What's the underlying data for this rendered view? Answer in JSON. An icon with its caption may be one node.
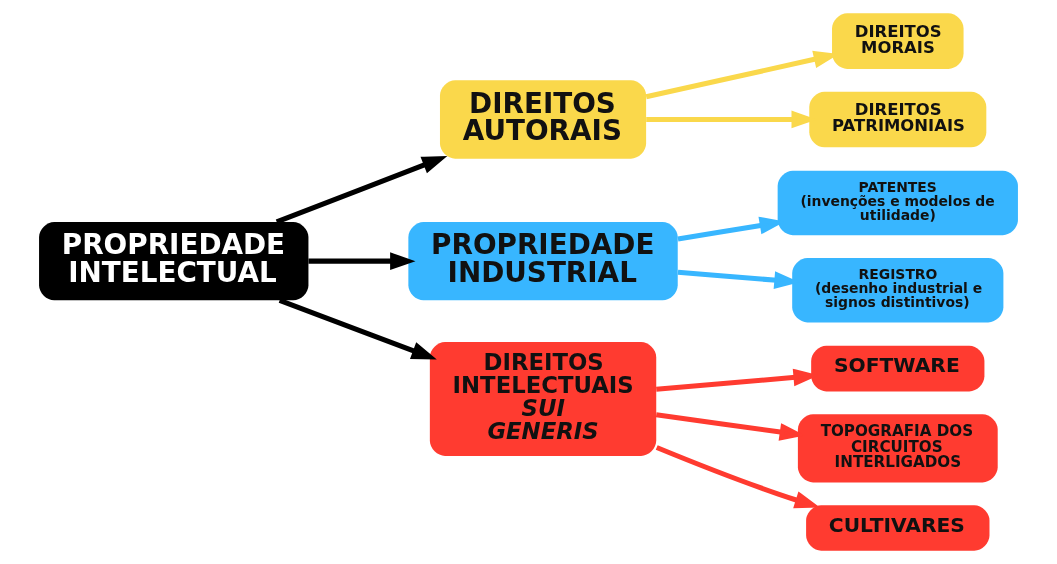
{
  "diagram": {
    "nodes": [
      {
        "text": [
          "PROPRIEDADE INTELECTUAL"
        ]
      },
      {
        "text": [
          "DIREITOS AUTORAIS"
        ]
      },
      {
        "text": [
          "PROPRIEDADE INDUSTRIAL"
        ]
      },
      {
        "text": [
          "DIREITOS INTELECTUAIS *SUI GENERIS*"
        ]
      },
      {
        "text": [
          "DIREITOS MORAIS"
        ]
      },
      {
        "text": [
          "DIREITOS PATRIMONIAIS"
        ]
      },
      {
        "text": [
          "PATENTES",
          "(invenções e modelos de utilidade)"
        ]
      },
      {
        "text": [
          "REGISTRO",
          "(desenho industrial e signos distintivos)"
        ]
      },
      {
        "text": [
          "SOFTWARE"
        ]
      },
      {
        "text": [
          "TOPOGRAFIA DOS CIRCUITOS INTERLIGADOS"
        ]
      },
      {
        "text": [
          "CULTIVARES"
        ]
      }
    ],
    "edges": [
      {
        "from": 0,
        "to": 1,
        "arrow": "to"
      },
      {
        "from": 0,
        "to": 2,
        "arrow": "to"
      },
      {
        "from": 0,
        "to": 3,
        "arrow": "to"
      },
      {
        "from": 1,
        "to": 4,
        "arrow": "to",
        "color": "#fad84b"
      },
      {
        "from": 1,
        "to": 5,
        "arrow": "to",
        "color": "#fad84b"
      },
      {
        "from": 2,
        "to": 6,
        "arrow": "to",
        "color": "#38b6ff"
      },
      {
        "from": 2,
        "to": 7,
        "arrow": "to",
        "color": "#38b6ff"
      },
      {
        "from": 3,
        "to": 8,
        "arrow": "to",
        "color": "#ff3b30"
      },
      {
        "from": 3,
        "to": 9,
        "arrow": "to",
        "color": "#ff3b30"
      },
      {
        "from": 3,
        "to": 10,
        "arrow": "to",
        "color": "#ff3b30"
      }
    ]
  }
}
